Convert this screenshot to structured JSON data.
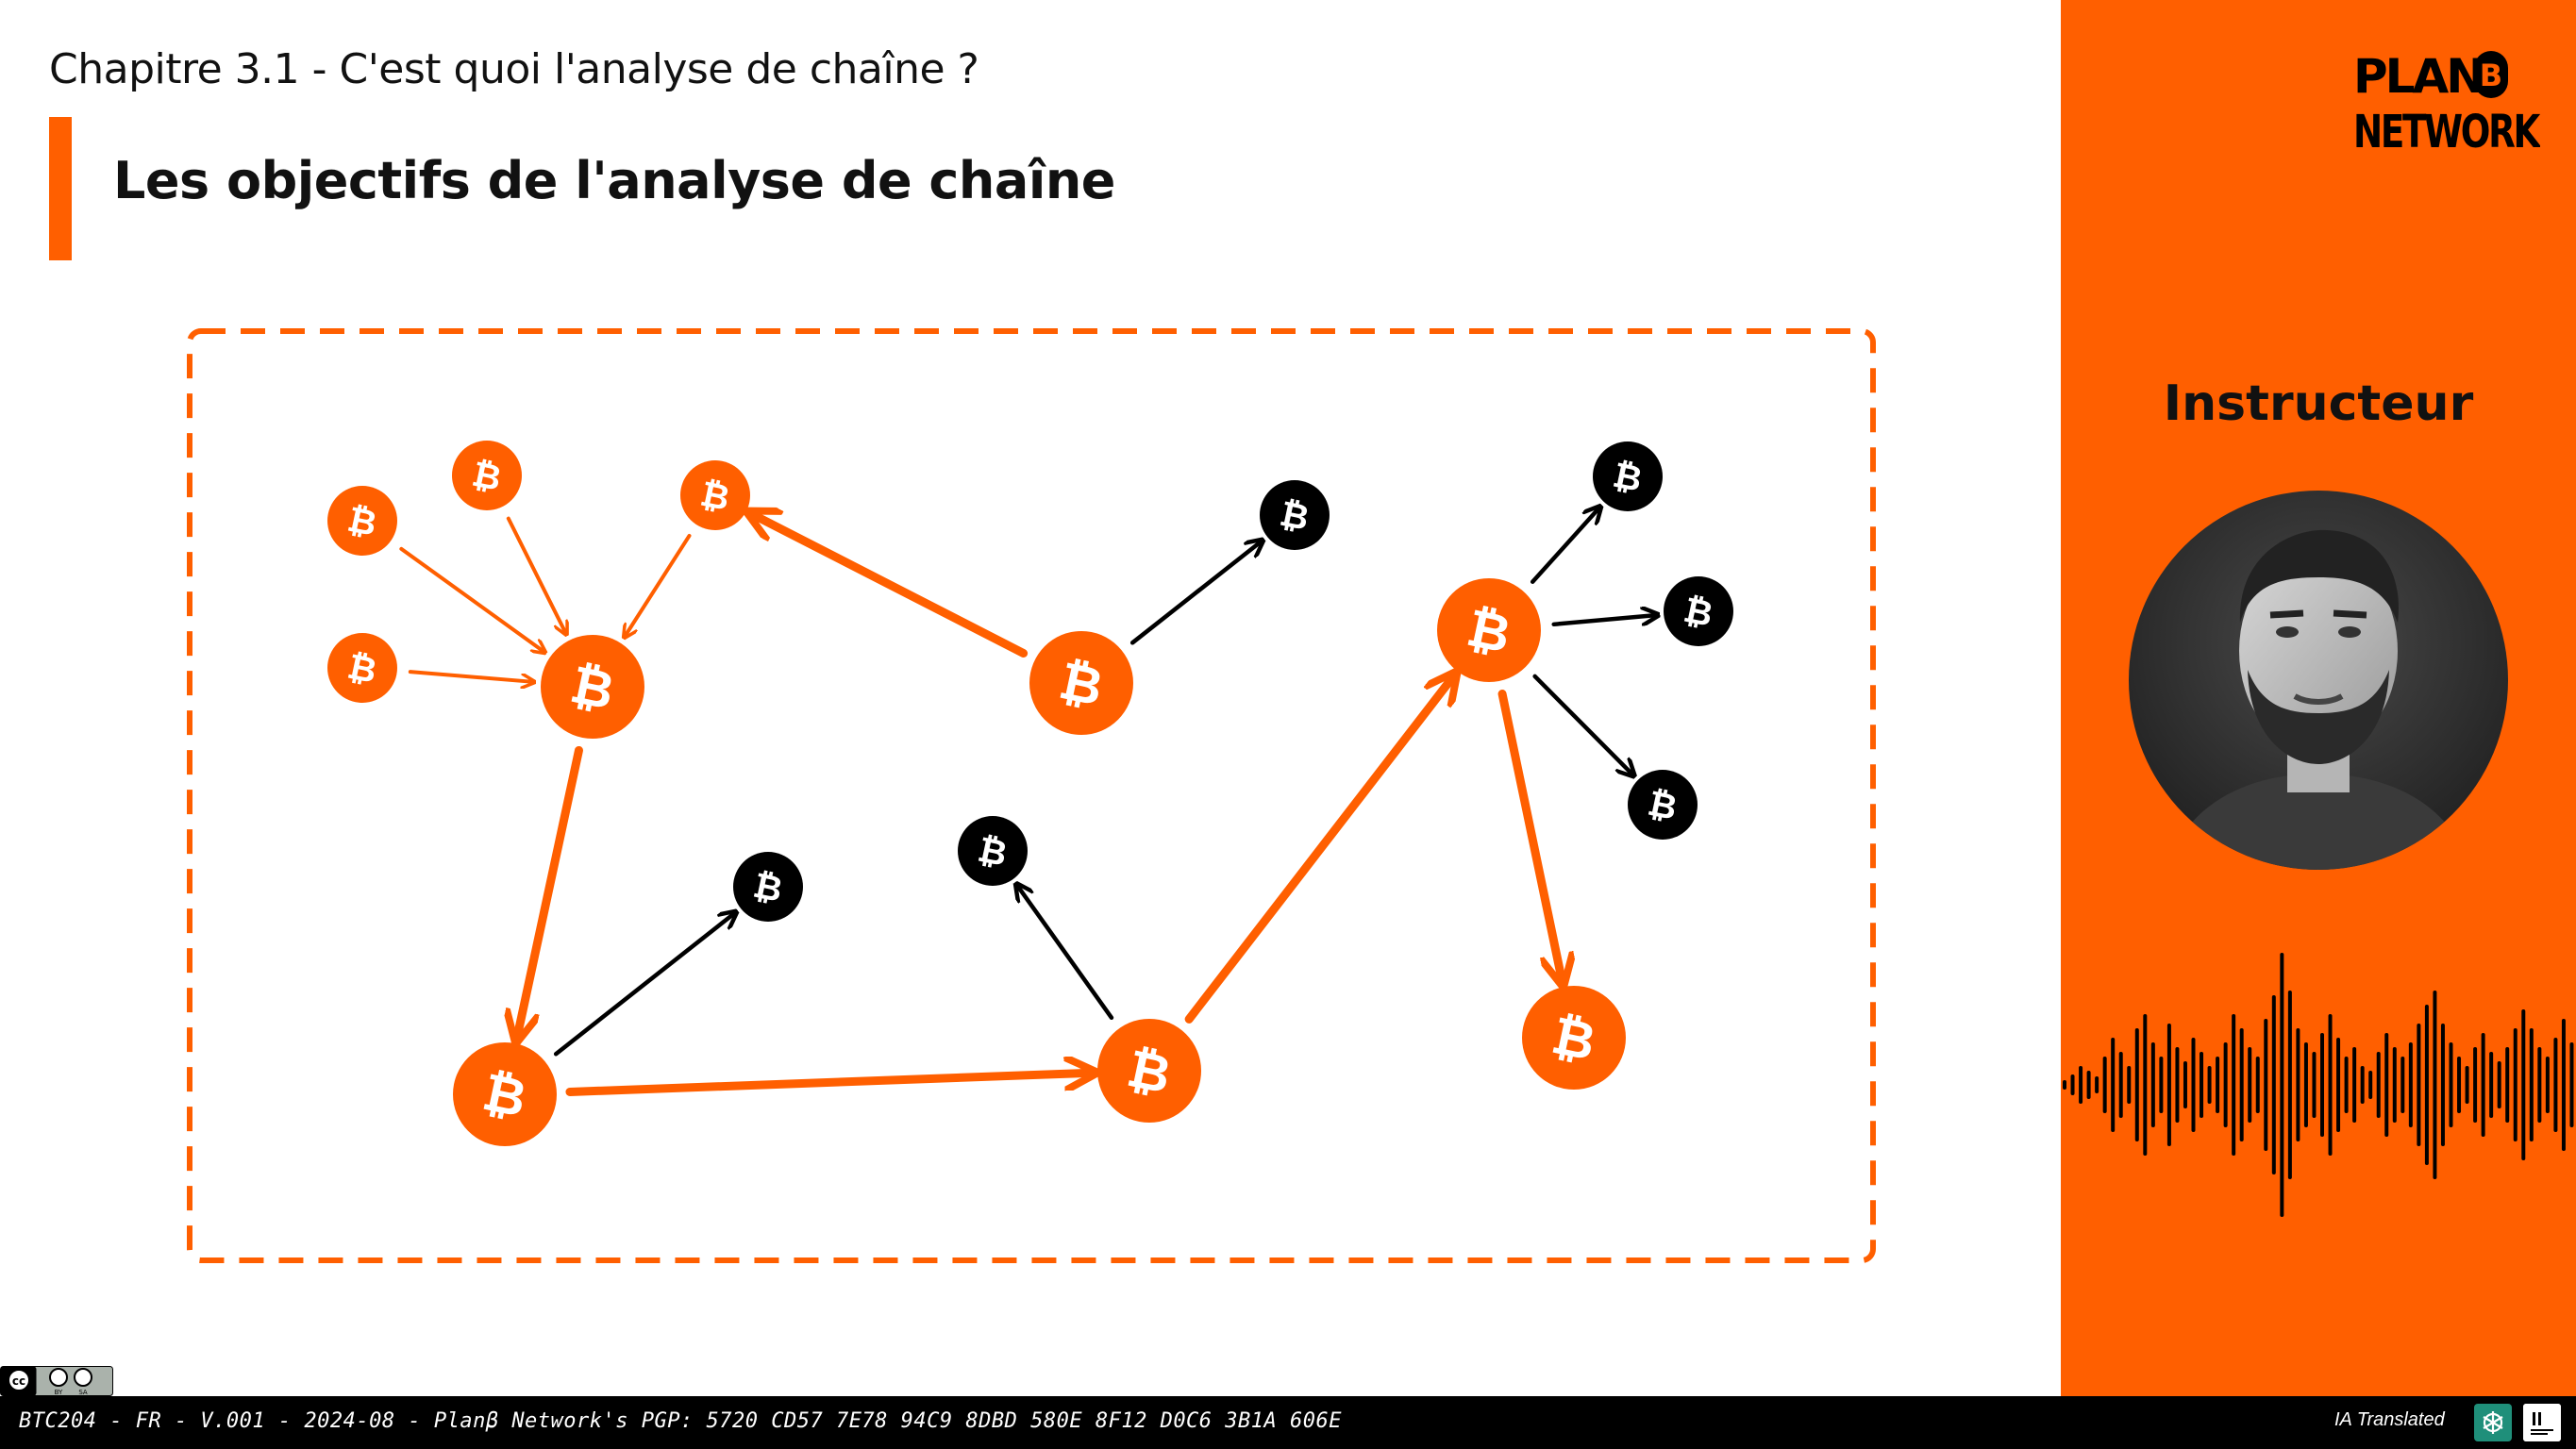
{
  "header": {
    "chapter": "Chapitre 3.1 - C'est quoi l'analyse de chaîne ?",
    "title": "Les objectifs de l'analyse de chaîne"
  },
  "side_panel": {
    "instructor_label": "Instructeur",
    "logo_line1": "PLAN",
    "logo_line2": "NETWORK",
    "logo_b_glyph": "B"
  },
  "diagram": {
    "node_glyph": "₿",
    "colors": {
      "orange": "#ff5f00",
      "black": "#000000",
      "panel": "#ff5f00"
    }
  },
  "footer": {
    "text": "BTC204 - FR - V.001 - 2024-08 - Planβ Network's PGP: 5720 CD57 7E78 94C9 8DBD 580E 8F12 D0C6 3B1A 606E",
    "ai_label": "IA Translated",
    "license_labels": [
      "cc",
      "BY",
      "SA"
    ]
  }
}
